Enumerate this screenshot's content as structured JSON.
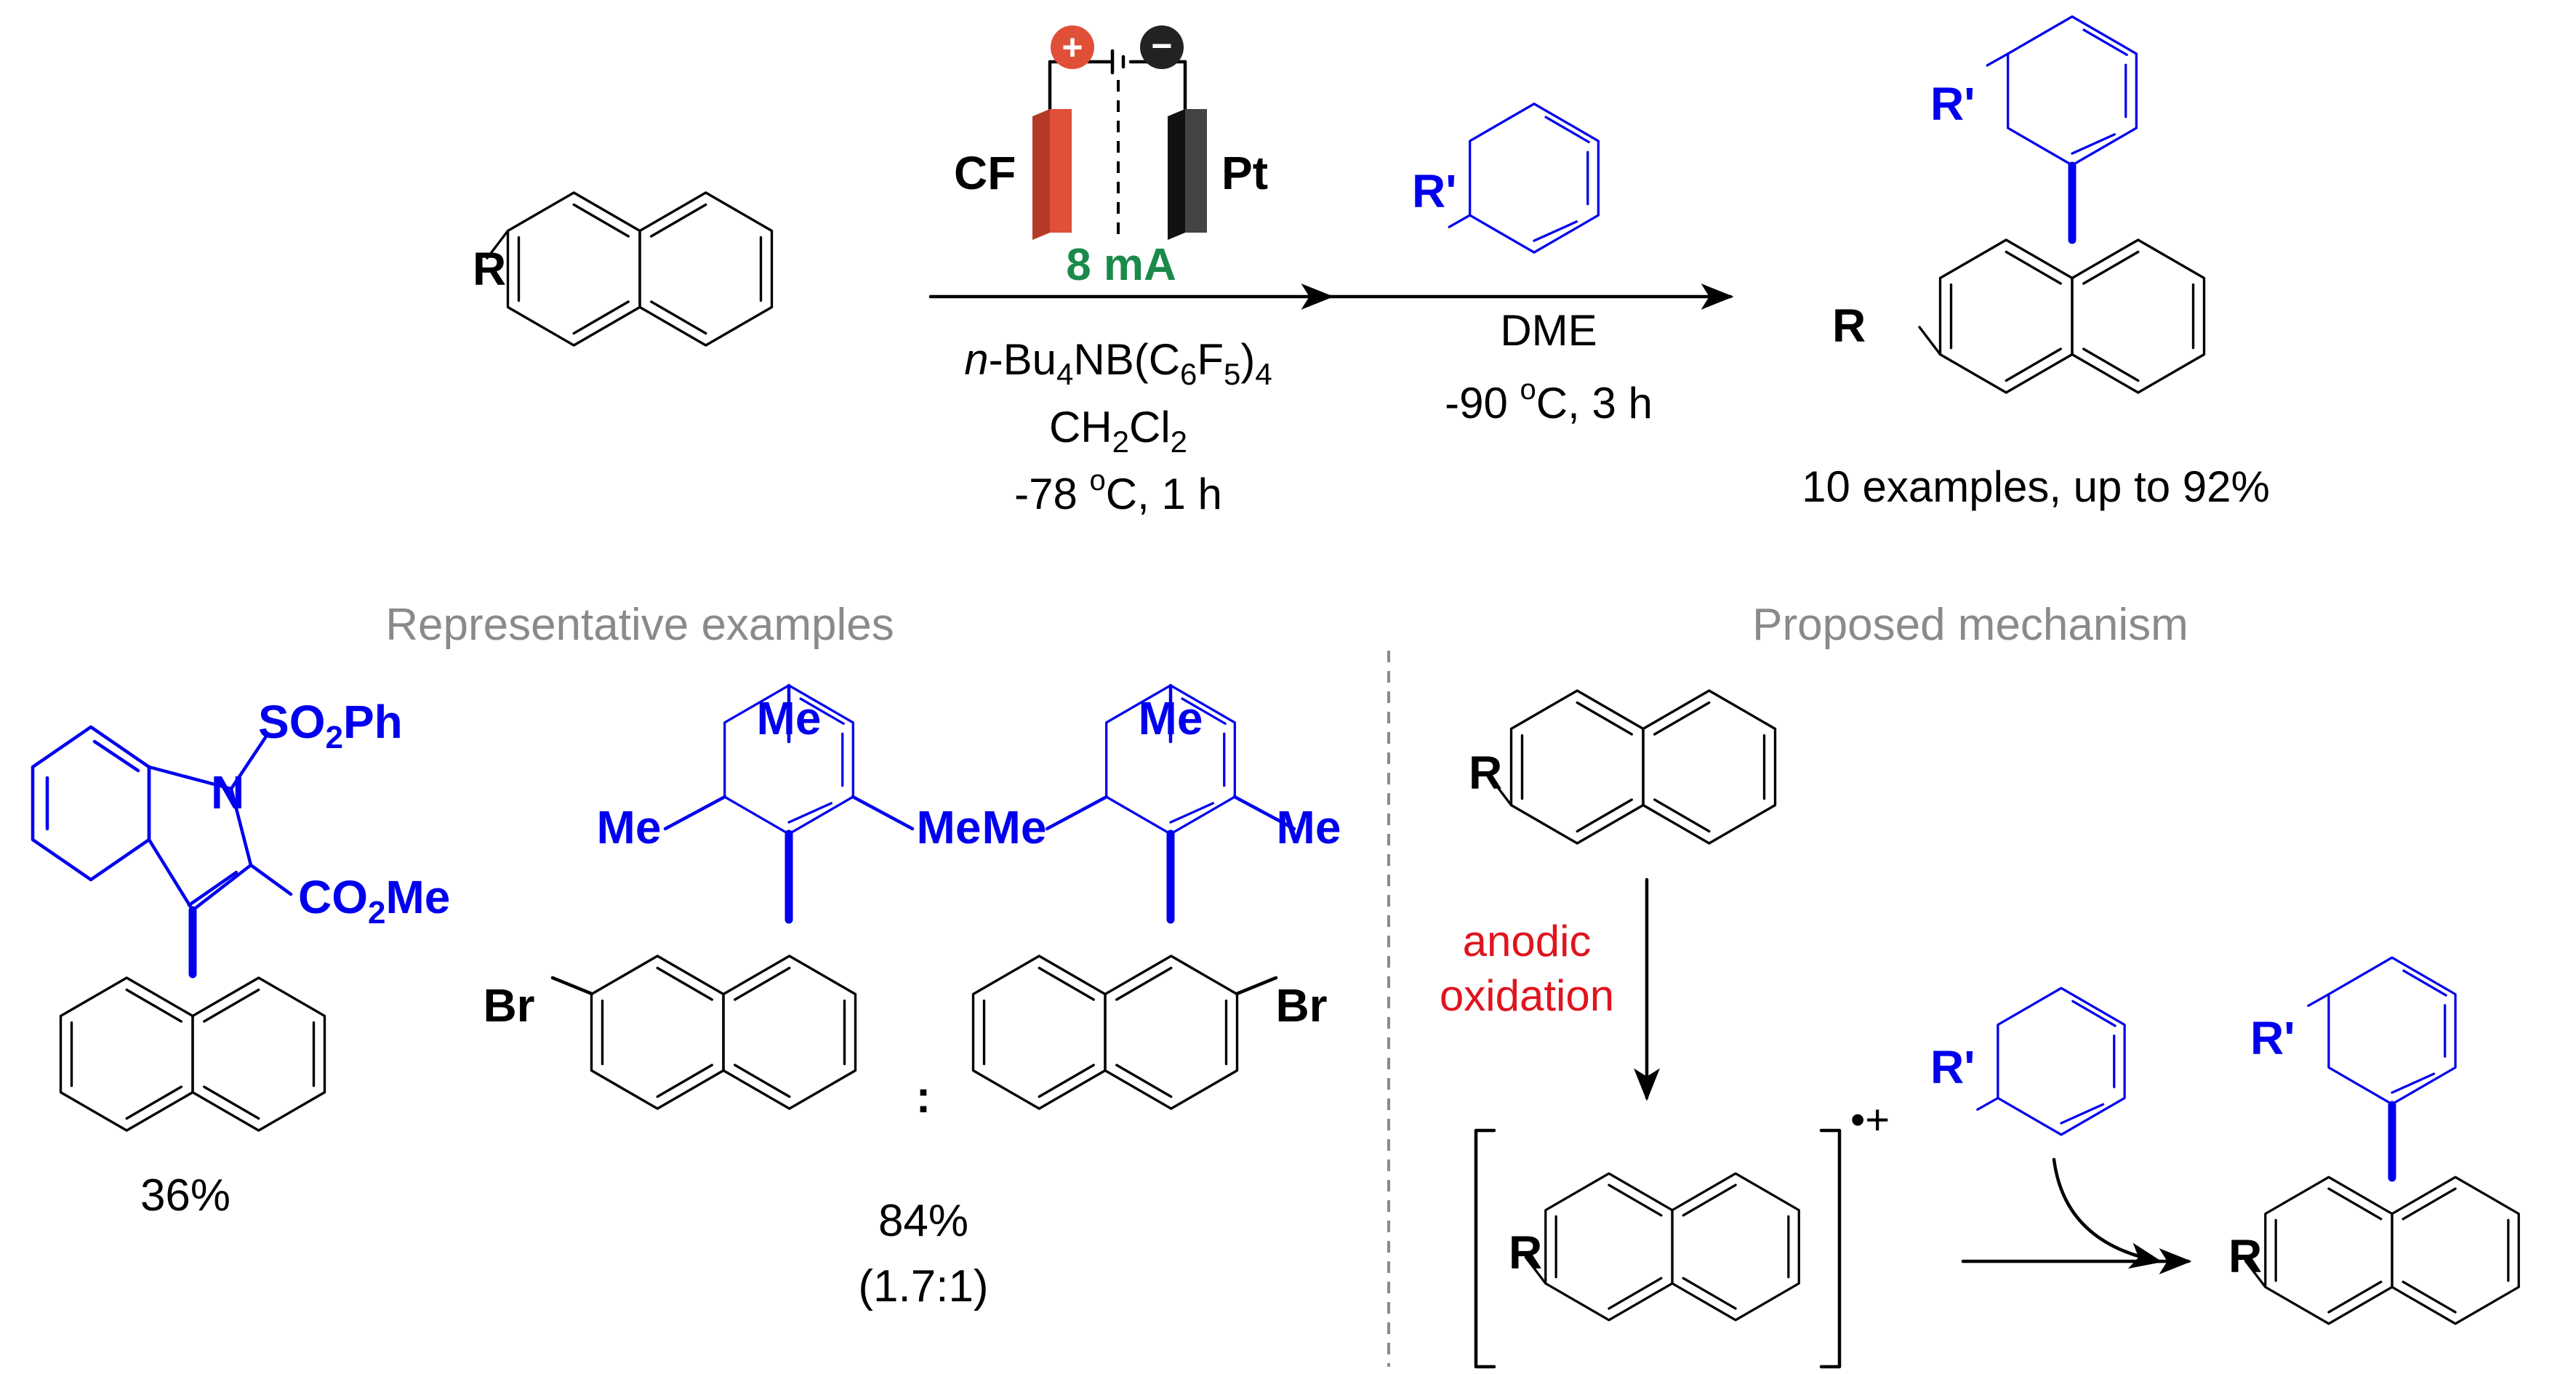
{
  "colors": {
    "substituent": "#0000ee",
    "current": "#1a8a4a",
    "oxidation": "#e0141e",
    "caption": "#8a8a8a",
    "anode": "#e04f38",
    "cathode": "#222222"
  },
  "labels": {
    "R": "R",
    "Rp": "R'",
    "Me": "Me",
    "Br": "Br",
    "N": "N",
    "SO2Ph_a": "SO",
    "SO2Ph_sub": "2",
    "SO2Ph_b": "Ph",
    "CO2Me_a": "CO",
    "CO2Me_sub": "2",
    "CO2Me_b": "Me"
  },
  "cell": {
    "anode_label": "CF",
    "cathode_label": "Pt",
    "anode_sign": "+",
    "cathode_sign": "−",
    "current": "8 mA"
  },
  "step1": {
    "reagent_italic": "n",
    "reagent_a": "-Bu",
    "reagent_sub1": "4",
    "reagent_b": "NB(C",
    "reagent_sub2": "6",
    "reagent_c": "F",
    "reagent_sub3": "5",
    "reagent_d": ")",
    "reagent_sub4": "4",
    "solvent_a": "CH",
    "solvent_sub1": "2",
    "solvent_b": "Cl",
    "solvent_sub2": "2",
    "temp_a": "-78 ",
    "temp_sup": "o",
    "temp_b": "C, 1 h"
  },
  "step2": {
    "solvent": "DME",
    "temp_a": "-90 ",
    "temp_sup": "o",
    "temp_b": "C, 3 h"
  },
  "scope": "10 examples, up to 92%",
  "sections": {
    "examples": "Representative examples",
    "mechanism": "Proposed mechanism"
  },
  "examples": {
    "ex1_yield": "36%",
    "ex2_colon": ":",
    "ex2_yield": "84%",
    "ex2_ratio": "(1.7:1)"
  },
  "mechanism": {
    "step_label_1": "anodic",
    "step_label_2": "oxidation",
    "radical_cation": "•+"
  }
}
